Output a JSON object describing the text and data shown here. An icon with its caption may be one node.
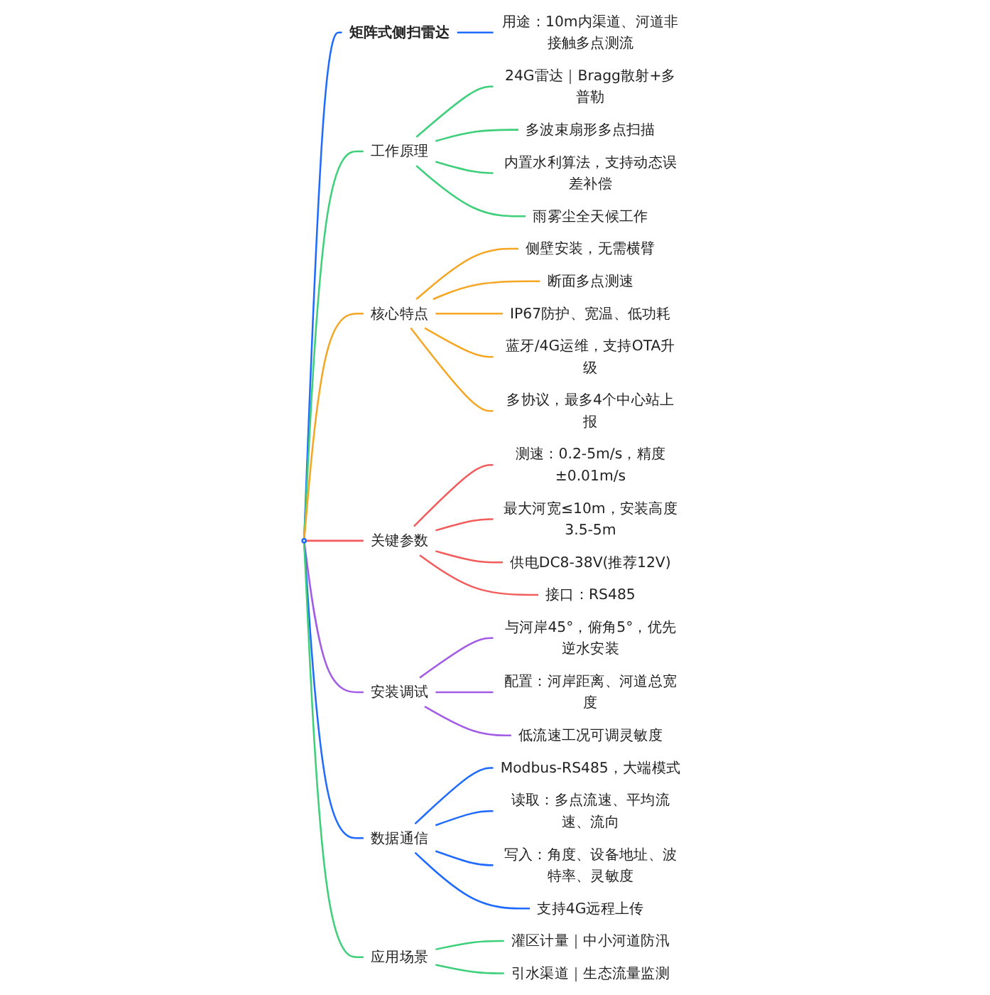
{
  "diagram": {
    "nodes": [
      {
        "text": [],
        "shape": "circle"
      },
      {
        "text": [
          "矩阵式侧扫雷达"
        ]
      },
      {
        "text": [
          "用途：10m内渠道、河道非接触多点测流"
        ]
      },
      {
        "text": [
          "工作原理"
        ]
      },
      {
        "text": [
          "24G雷达｜Bragg散射+多普勒"
        ]
      },
      {
        "text": [
          "多波束扇形多点扫描"
        ]
      },
      {
        "text": [
          "内置水利算法，支持动态误差补偿"
        ]
      },
      {
        "text": [
          "雨雾尘全天候工作"
        ]
      },
      {
        "text": [
          "核心特点"
        ]
      },
      {
        "text": [
          "侧壁安装，无需横臂"
        ]
      },
      {
        "text": [
          "断面多点测速"
        ]
      },
      {
        "text": [
          "IP67防护、宽温、低功耗"
        ]
      },
      {
        "text": [
          "蓝牙/4G运维，支持OTA升级"
        ]
      },
      {
        "text": [
          "多协议，最多4个中心站上报"
        ]
      },
      {
        "text": [
          "关键参数"
        ]
      },
      {
        "text": [
          "测速：0.2-5m/s，精度±0.01m/s"
        ]
      },
      {
        "text": [
          "最大河宽≤10m，安装高度3.5-5m"
        ]
      },
      {
        "text": [
          "供电DC8-38V(推荐12V)"
        ]
      },
      {
        "text": [
          "接口：RS485"
        ]
      },
      {
        "text": [
          "安装调试"
        ]
      },
      {
        "text": [
          "与河岸45°，俯角5°，优先逆水安装"
        ]
      },
      {
        "text": [
          "配置：河岸距离、河道总宽度"
        ]
      },
      {
        "text": [
          "低流速工况可调灵敏度"
        ]
      },
      {
        "text": [
          "数据通信"
        ]
      },
      {
        "text": [
          "Modbus-RS485，大端模式"
        ]
      },
      {
        "text": [
          "读取：多点流速、平均流速、流向"
        ]
      },
      {
        "text": [
          "写入：角度、设备地址、波特率、灵敏度"
        ]
      },
      {
        "text": [
          "支持4G远程上传"
        ]
      },
      {
        "text": [
          "应用场景"
        ]
      },
      {
        "text": [
          "灌区计量｜中小河道防汛"
        ]
      },
      {
        "text": [
          "引水渠道｜生态流量监测"
        ]
      }
    ],
    "edges": [
      {
        "from": 0,
        "to": 1,
        "arrow": "none",
        "color": "#1f6bff"
      },
      {
        "from": 1,
        "to": 2,
        "arrow": "none",
        "color": "#1f6bff"
      },
      {
        "from": 0,
        "to": 3,
        "arrow": "none",
        "color": "#3dcf7a"
      },
      {
        "from": 3,
        "to": 4,
        "arrow": "none",
        "color": "#3dcf7a"
      },
      {
        "from": 3,
        "to": 5,
        "arrow": "none",
        "color": "#3dcf7a"
      },
      {
        "from": 3,
        "to": 6,
        "arrow": "none",
        "color": "#3dcf7a"
      },
      {
        "from": 3,
        "to": 7,
        "arrow": "none",
        "color": "#3dcf7a"
      },
      {
        "from": 0,
        "to": 8,
        "arrow": "none",
        "color": "#f5a623"
      },
      {
        "from": 8,
        "to": 9,
        "arrow": "none",
        "color": "#f5a623"
      },
      {
        "from": 8,
        "to": 10,
        "arrow": "none",
        "color": "#f5a623"
      },
      {
        "from": 8,
        "to": 11,
        "arrow": "none",
        "color": "#f5a623"
      },
      {
        "from": 8,
        "to": 12,
        "arrow": "none",
        "color": "#f5a623"
      },
      {
        "from": 8,
        "to": 13,
        "arrow": "none",
        "color": "#f5a623"
      },
      {
        "from": 0,
        "to": 14,
        "arrow": "none",
        "color": "#f25c5c"
      },
      {
        "from": 14,
        "to": 15,
        "arrow": "none",
        "color": "#f25c5c"
      },
      {
        "from": 14,
        "to": 16,
        "arrow": "none",
        "color": "#f25c5c"
      },
      {
        "from": 14,
        "to": 17,
        "arrow": "none",
        "color": "#f25c5c"
      },
      {
        "from": 14,
        "to": 18,
        "arrow": "none",
        "color": "#f25c5c"
      },
      {
        "from": 0,
        "to": 19,
        "arrow": "none",
        "color": "#a35ce6"
      },
      {
        "from": 19,
        "to": 20,
        "arrow": "none",
        "color": "#a35ce6"
      },
      {
        "from": 19,
        "to": 21,
        "arrow": "none",
        "color": "#a35ce6"
      },
      {
        "from": 19,
        "to": 22,
        "arrow": "none",
        "color": "#a35ce6"
      },
      {
        "from": 0,
        "to": 23,
        "arrow": "none",
        "color": "#1f6bff"
      },
      {
        "from": 23,
        "to": 24,
        "arrow": "none",
        "color": "#1f6bff"
      },
      {
        "from": 23,
        "to": 25,
        "arrow": "none",
        "color": "#1f6bff"
      },
      {
        "from": 23,
        "to": 26,
        "arrow": "none",
        "color": "#1f6bff"
      },
      {
        "from": 23,
        "to": 27,
        "arrow": "none",
        "color": "#1f6bff"
      },
      {
        "from": 0,
        "to": 28,
        "arrow": "none",
        "color": "#3dcf7a"
      },
      {
        "from": 28,
        "to": 29,
        "arrow": "none",
        "color": "#3dcf7a"
      },
      {
        "from": 28,
        "to": 30,
        "arrow": "none",
        "color": "#3dcf7a"
      }
    ]
  }
}
